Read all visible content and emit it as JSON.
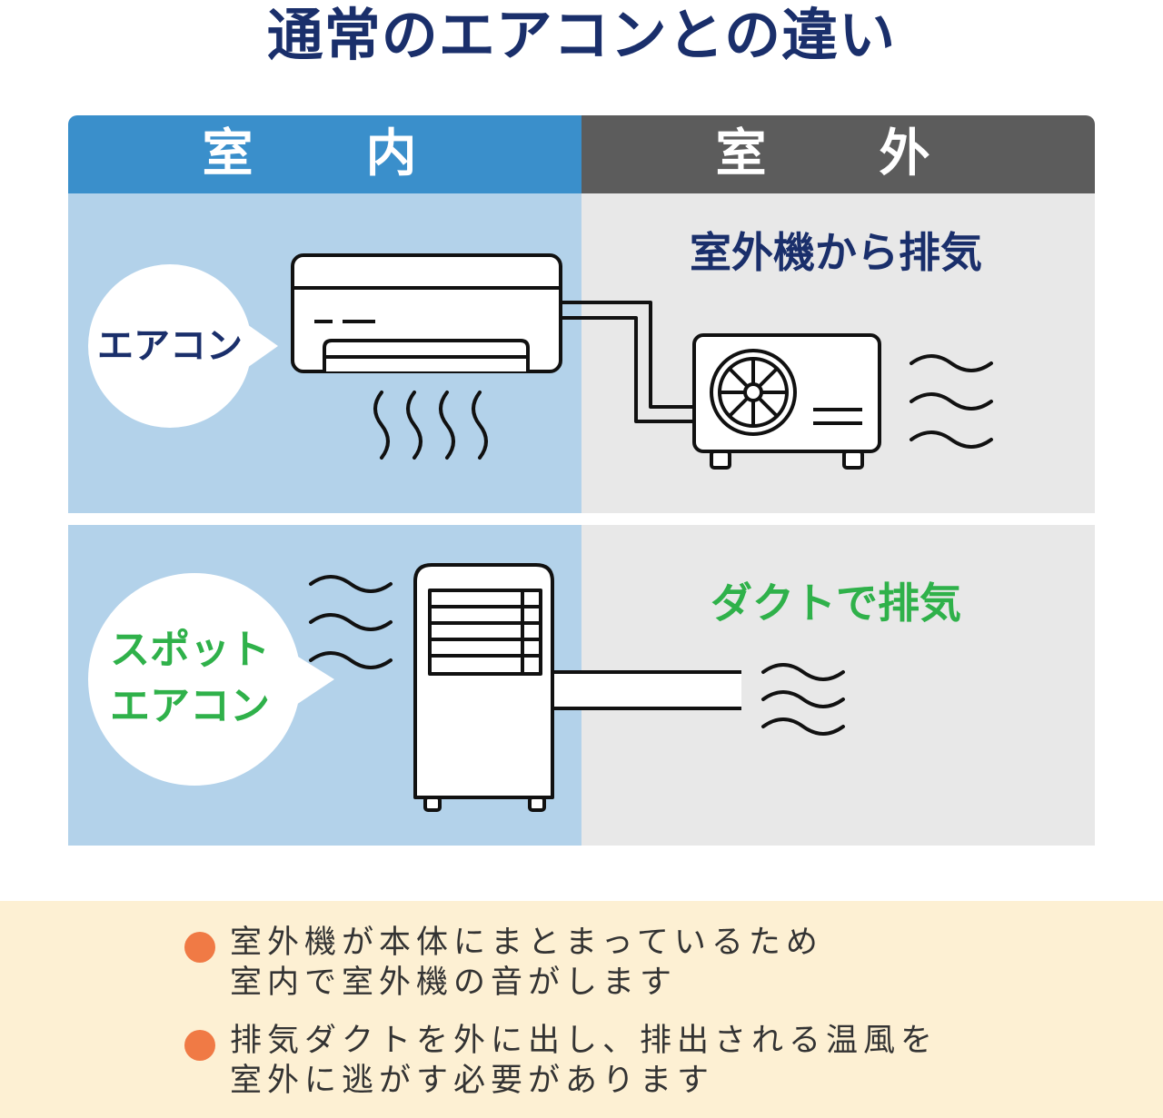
{
  "title": "通常のエアコンとの違い",
  "headers": {
    "indoor": "室　内",
    "outdoor": "室　外"
  },
  "row1": {
    "bubble_label": "エアコン",
    "outdoor_caption": "室外機から排気"
  },
  "row2": {
    "bubble_label_line1": "スポット",
    "bubble_label_line2": "エアコン",
    "outdoor_caption": "ダクトで排気"
  },
  "notes": [
    {
      "line1": "室外機が本体にまとまっているため",
      "line2": "室内で室外機の音がします"
    },
    {
      "line1": "排気ダクトを外に出し、排出される温風を",
      "line2": "室外に逃がす必要があります"
    }
  ],
  "colors": {
    "title": "#1a2f6b",
    "indoor_header": "#3a8fcb",
    "outdoor_header": "#5c5c5c",
    "indoor_bg": "#b3d2ea",
    "outdoor_bg": "#e8e8e8",
    "accent_navy": "#1a2f6b",
    "accent_green": "#2fb14a",
    "bullet": "#f07a45",
    "notes_bg": "#fdf0d3"
  }
}
